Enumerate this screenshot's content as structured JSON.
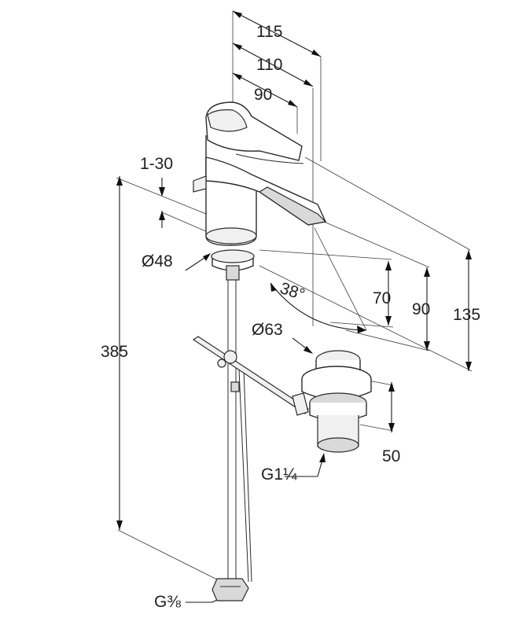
{
  "dimensions": {
    "reach_115": "115",
    "reach_110": "110",
    "reach_90": "90",
    "clamp_range": "1-30",
    "base_diameter": "Ø48",
    "swivel_angle": "38°",
    "height_70": "70",
    "height_90": "90",
    "height_135": "135",
    "waste_diameter": "Ø63",
    "total_length": "385",
    "waste_depth": "50",
    "waste_thread": "G1¼",
    "supply_thread": "G⅜"
  },
  "colors": {
    "line": "#1a1a1a",
    "shade": "#d9d9d9"
  }
}
